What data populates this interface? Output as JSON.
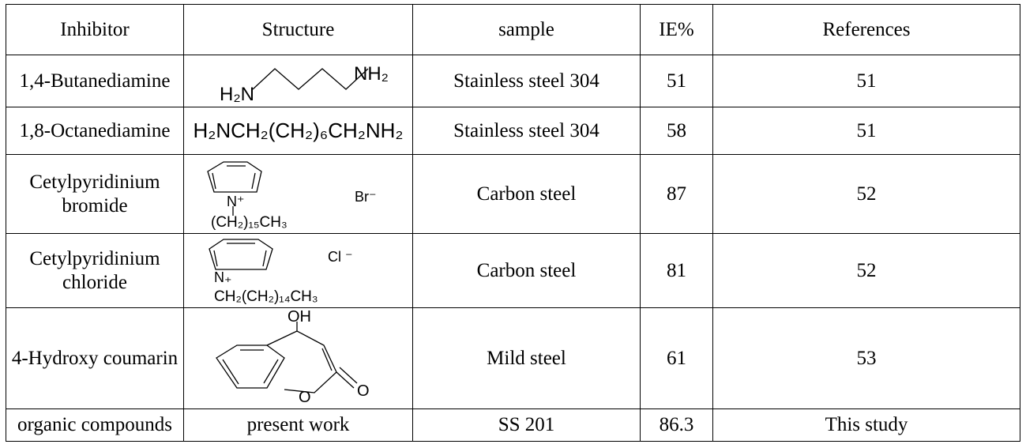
{
  "headers": [
    "Inhibitor",
    "Structure",
    "sample",
    "IE%",
    "References"
  ],
  "rows": [
    {
      "inhibitor": "1,4-Butanediamine",
      "structure": {
        "left": "H₂N",
        "right": "NH₂"
      },
      "sample": "Stainless steel 304",
      "ie": "51",
      "ref": "51"
    },
    {
      "inhibitor": "1,8-Octanediamine",
      "structure": {
        "formula": "H₂NCH₂(CH₂)₆CH₂NH₂"
      },
      "sample": "Stainless steel 304",
      "ie": "58",
      "ref": "51"
    },
    {
      "inhibitor": "Cetylpyridinium bromide",
      "structure": {
        "n": "N⁺",
        "ion": "Br⁻",
        "chain": "(CH₂)₁₅CH₃"
      },
      "sample": "Carbon steel",
      "ie": "87",
      "ref": "52"
    },
    {
      "inhibitor": "Cetylpyridinium chloride",
      "structure": {
        "n": "N₊",
        "ion": "Cl ⁻",
        "chain": "CH₂(CH₂)₁₄CH₃"
      },
      "sample": "Carbon steel",
      "ie": "81",
      "ref": "52"
    },
    {
      "inhibitor": "4-Hydroxy coumarin",
      "structure": {
        "oh": "OH",
        "o_ring": "O",
        "o_carbonyl": "O"
      },
      "sample": "Mild steel",
      "ie": "61",
      "ref": "53"
    },
    {
      "inhibitor": "organic compounds",
      "structure": {
        "text": "present work"
      },
      "sample": "SS 201",
      "ie": "86.3",
      "ref": "This study"
    }
  ]
}
